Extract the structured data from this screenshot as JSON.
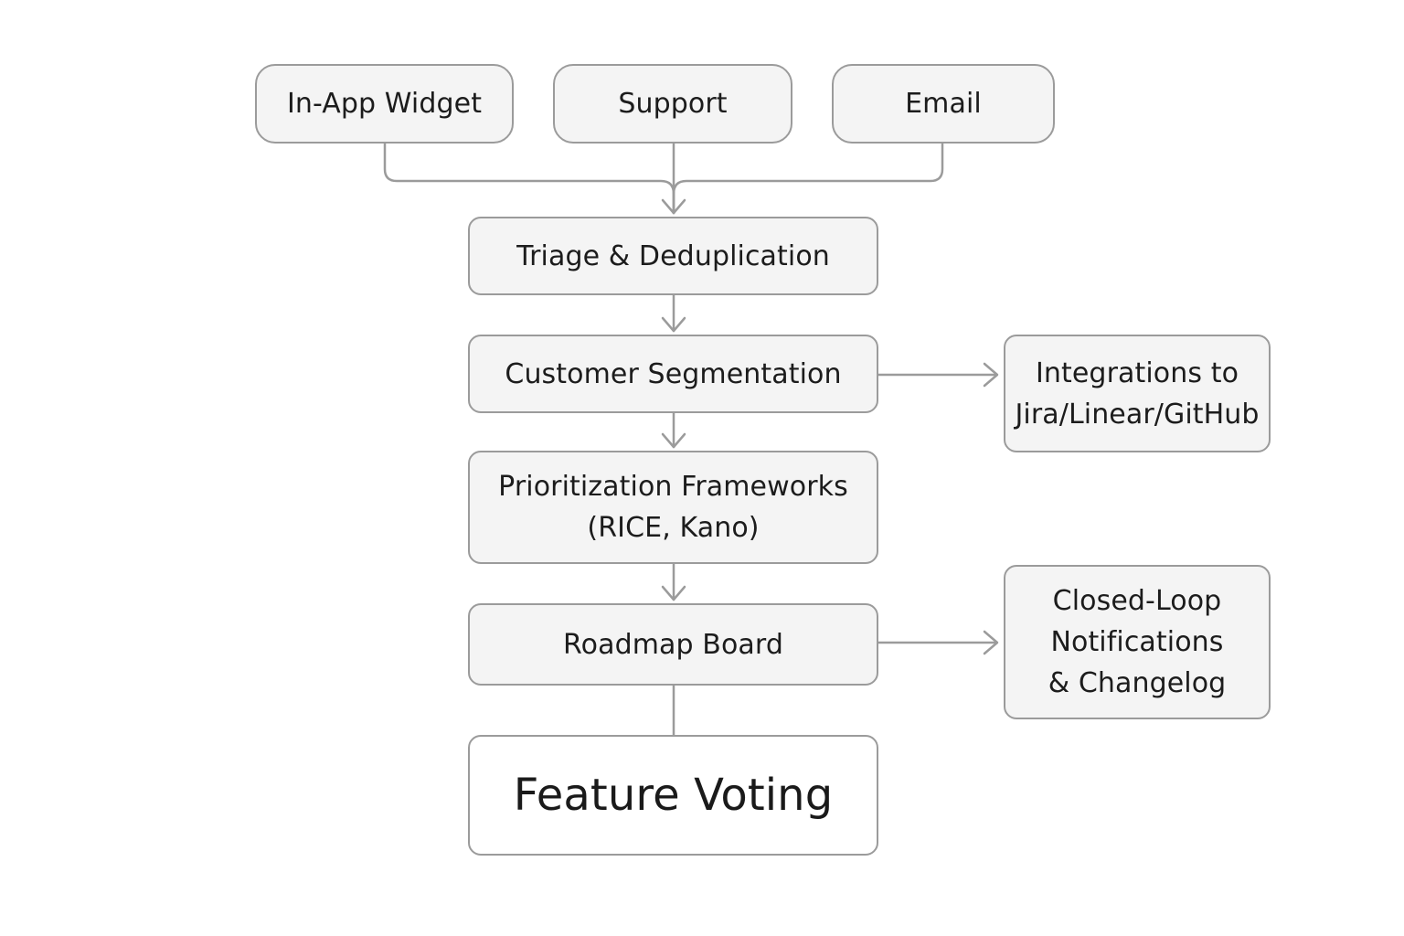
{
  "nodes": {
    "in_app_widget": "In-App Widget",
    "support": "Support",
    "email": "Email",
    "triage": "Triage & Deduplication",
    "segmentation": "Customer Segmentation",
    "prioritization": [
      "Prioritization Frameworks",
      "(RICE, Kano)"
    ],
    "roadmap": "Roadmap Board",
    "feature_voting": "Feature Voting",
    "integrations": [
      "Integrations to",
      "Jira/Linear/GitHub"
    ],
    "closed_loop": [
      "Closed-Loop",
      "Notifications",
      "& Changelog"
    ]
  },
  "colors": {
    "border": "#9b9b9b",
    "fill": "#f4f4f4",
    "connector": "#9b9b9b",
    "text": "#1c1c1c"
  }
}
